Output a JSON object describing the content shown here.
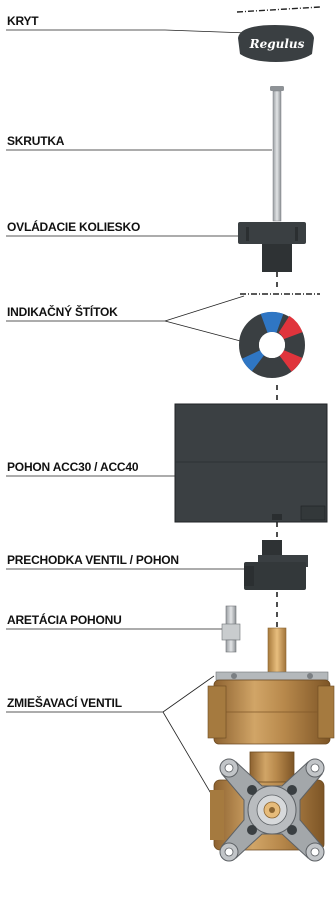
{
  "brand": "Regulus",
  "labels": {
    "cover": "KRYT",
    "screw": "SKRUTKA",
    "knob": "OVLÁDACIE KOLIESKO",
    "indicator": "INDIKAČNÝ ŠTÍTOK",
    "actuator": "POHON ACC30 / ACC40",
    "adapter": "PRECHODKA VENTIL / POHON",
    "lock": "ARETÁCIA POHONU",
    "valve": "ZMIEŠAVACÍ VENTIL"
  },
  "colors": {
    "dark_plastic": "#3a3f42",
    "actuator_body": "#3b4043",
    "brass": "#b58a50",
    "steel": "#a9adb0",
    "hot": "#e0343c",
    "cold": "#2f76c4"
  }
}
